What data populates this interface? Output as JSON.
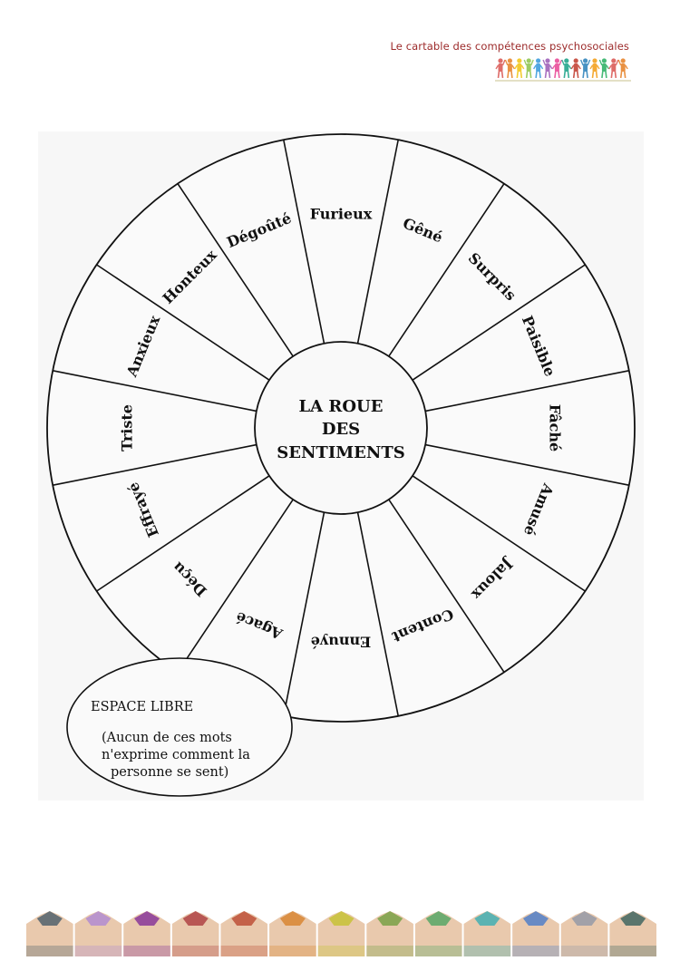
{
  "header": {
    "title": "Le cartable des compétences psychosociales",
    "logo_colors": [
      "#d9534f",
      "#e67e22",
      "#f1c40f",
      "#8bc34a",
      "#3498db",
      "#9b59b6",
      "#e84393",
      "#16a085",
      "#c0392b",
      "#2980b9",
      "#f39c12",
      "#27ae60"
    ]
  },
  "wheel": {
    "center_lines": [
      "LA ROUE",
      "DES",
      "SENTIMENTS"
    ],
    "emotions": [
      "Furieux",
      "Gêné",
      "Surpris",
      "Paisible",
      "Fâché",
      "Amusé",
      "Jaloux",
      "Content",
      "Ennuyé",
      "Agacé",
      "Déçu",
      "Effrayé",
      "Triste",
      "Anxieux",
      "Honteux",
      "Dégoûté"
    ],
    "free_space": {
      "title": "ESPACE LIBRE",
      "lines": [
        "(Aucun de ces mots",
        "n'exprime comment la",
        "personne se sent)"
      ]
    }
  },
  "pencils": {
    "colors": [
      "#5a6770",
      "#b58fcf",
      "#8e3f9a",
      "#b24a4a",
      "#c0563e",
      "#d98a3a",
      "#c9c23d",
      "#7fa34d",
      "#5fa86a",
      "#4bb0b2",
      "#5a83c7",
      "#9a9ca7",
      "#4a6b65"
    ]
  }
}
